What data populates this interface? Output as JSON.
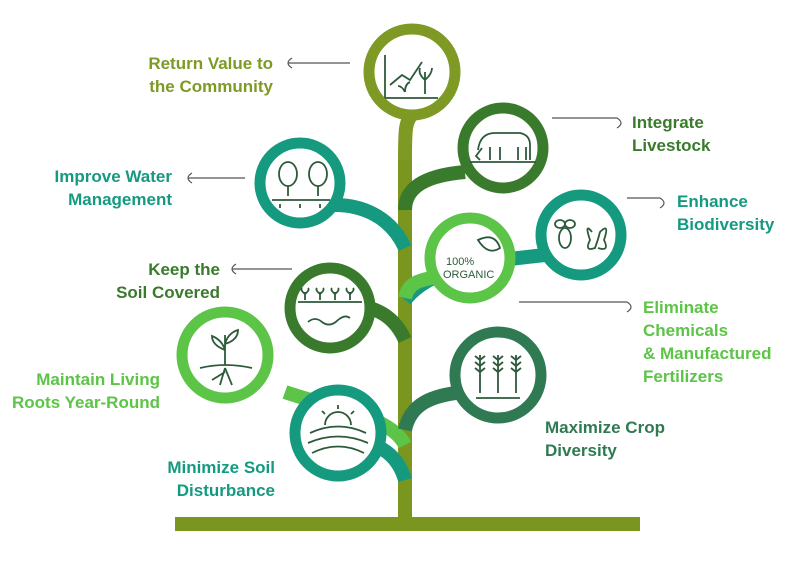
{
  "colors": {
    "trunk": "#7a961e",
    "olive": "#7f9a24",
    "dark_green": "#3a7a2c",
    "teal": "#159a80",
    "light_green": "#5cc447",
    "forest": "#2f7a52",
    "icon_stroke": "#2d5a3a"
  },
  "practices": [
    {
      "id": "return-value",
      "lines": [
        "Return Value to",
        "the Community"
      ],
      "icon": "growth-chart-icon",
      "color": "olive"
    },
    {
      "id": "integrate-livestock",
      "lines": [
        "Integrate",
        "Livestock"
      ],
      "icon": "cow-icon",
      "color": "dark_green"
    },
    {
      "id": "improve-water",
      "lines": [
        "Improve Water",
        "Management"
      ],
      "icon": "irrigation-trees-icon",
      "color": "teal"
    },
    {
      "id": "enhance-biodiversity",
      "lines": [
        "Enhance",
        "Biodiversity"
      ],
      "icon": "bee-butterfly-icon",
      "color": "teal"
    },
    {
      "id": "keep-soil-covered",
      "lines": [
        "Keep the",
        "Soil Covered"
      ],
      "icon": "soil-worm-icon",
      "color": "dark_green"
    },
    {
      "id": "eliminate-chemicals",
      "lines": [
        "Eliminate",
        "Chemicals",
        "& Manufactured",
        "Fertilizers"
      ],
      "icon": "organic-leaf-icon",
      "color": "light_green"
    },
    {
      "id": "maintain-roots",
      "lines": [
        "Maintain Living",
        "Roots Year-Round"
      ],
      "icon": "sprout-roots-icon",
      "color": "light_green"
    },
    {
      "id": "maximize-diversity",
      "lines": [
        "Maximize Crop",
        "Diversity"
      ],
      "icon": "wheat-crops-icon",
      "color": "forest"
    },
    {
      "id": "minimize-disturbance",
      "lines": [
        "Minimize Soil",
        "Disturbance"
      ],
      "icon": "sunrise-fields-icon",
      "color": "teal"
    }
  ],
  "organic_badge": {
    "line1": "100%",
    "line2": "ORGANIC"
  }
}
